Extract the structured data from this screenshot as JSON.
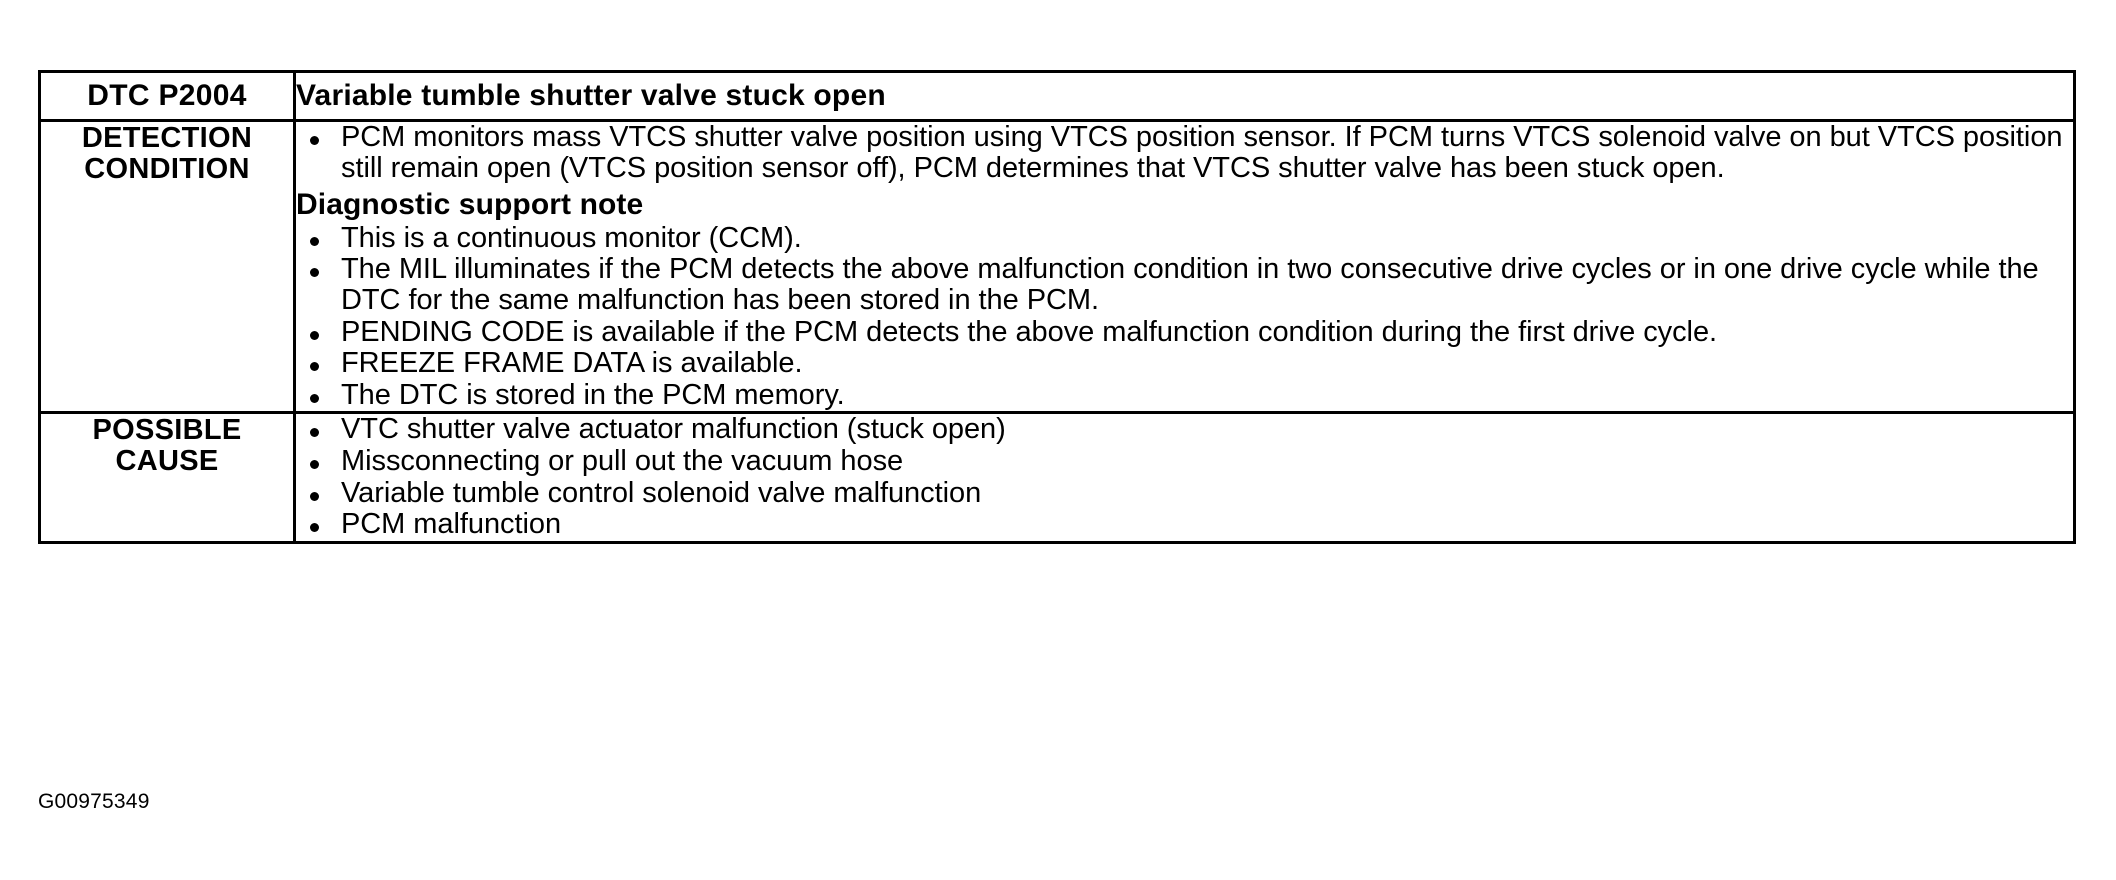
{
  "table": {
    "header": {
      "code_label": "DTC P2004",
      "title": "Variable tumble shutter valve stuck open"
    },
    "rows": [
      {
        "label_lines": [
          "DETECTION",
          "CONDITION"
        ],
        "intro_bullets": [
          "PCM monitors mass VTCS shutter valve position using VTCS position sensor. If PCM turns VTCS solenoid valve on but VTCS position still remain open (VTCS position sensor off), PCM determines that VTCS shutter valve has been stuck open."
        ],
        "subhead": "Diagnostic support note",
        "bullets": [
          "This is a continuous monitor (CCM).",
          "The MIL illuminates if the PCM detects the above malfunction condition in two consecutive drive cycles or in one drive cycle while the DTC for the same malfunction has been stored in the PCM.",
          "PENDING CODE is available if the PCM detects the above malfunction condition during the first drive cycle.",
          "FREEZE FRAME DATA is available.",
          "The DTC is stored in the PCM memory."
        ]
      },
      {
        "label_lines": [
          "POSSIBLE",
          "CAUSE"
        ],
        "bullets": [
          "VTC shutter valve actuator malfunction (stuck open)",
          "Missconnecting or pull out the vacuum hose",
          "Variable tumble control solenoid valve malfunction",
          "PCM malfunction"
        ]
      }
    ]
  },
  "figure_id": "G00975349",
  "colors": {
    "border": "#000000",
    "text": "#000000",
    "background": "#ffffff"
  }
}
